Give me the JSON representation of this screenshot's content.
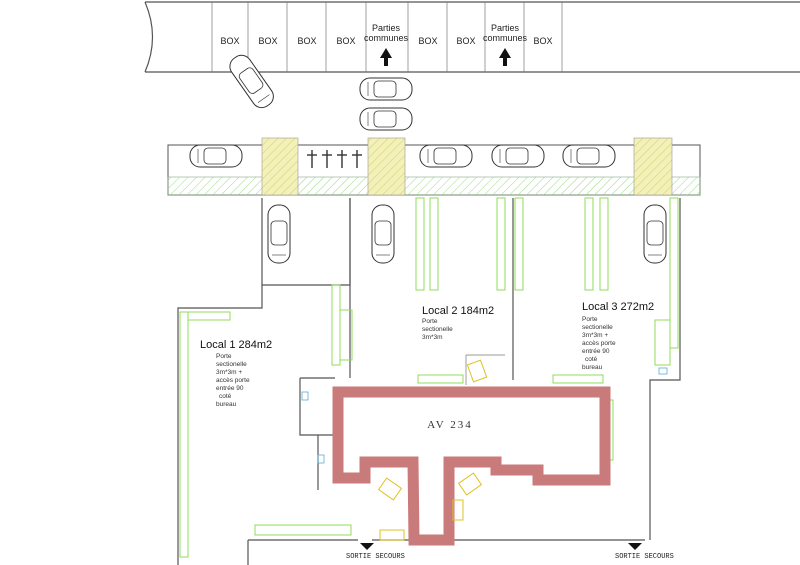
{
  "plan": {
    "boxes": [
      {
        "label": "BOX"
      },
      {
        "label": "BOX"
      },
      {
        "label": "BOX"
      },
      {
        "label": "BOX"
      },
      {
        "label": "Parties communes",
        "line1": "Parties",
        "line2": "communes"
      },
      {
        "label": "BOX"
      },
      {
        "label": "BOX"
      },
      {
        "label": "Parties communes",
        "line1": "Parties",
        "line2": "communes"
      },
      {
        "label": "BOX"
      }
    ],
    "locals": [
      {
        "title": "Local 1 284m2",
        "notes": [
          "Porte",
          "sectionelle",
          "3m*3m +",
          "accès porte",
          "entrée 90",
          "coté",
          "bureau"
        ]
      },
      {
        "title": "Local 2 184m2",
        "notes": [
          "Porte",
          "sectionelle",
          "3m*3m"
        ]
      },
      {
        "title": "Local 3 272m2",
        "notes": [
          "Porte",
          "sectionelle",
          "3m*3m +",
          "accès porte",
          "entrée 90",
          "coté",
          "bureau"
        ]
      }
    ],
    "center_label": "AV  234",
    "exits": [
      {
        "label": "SORTIE SECOURS"
      },
      {
        "label": "SORTIE SECOURS"
      }
    ],
    "colors": {
      "wall_red": "#c97a7a",
      "partition_green": "#8fdc5a",
      "pillar_yellow": "#f3f0b8",
      "furniture_yellow": "#e0c020"
    }
  }
}
